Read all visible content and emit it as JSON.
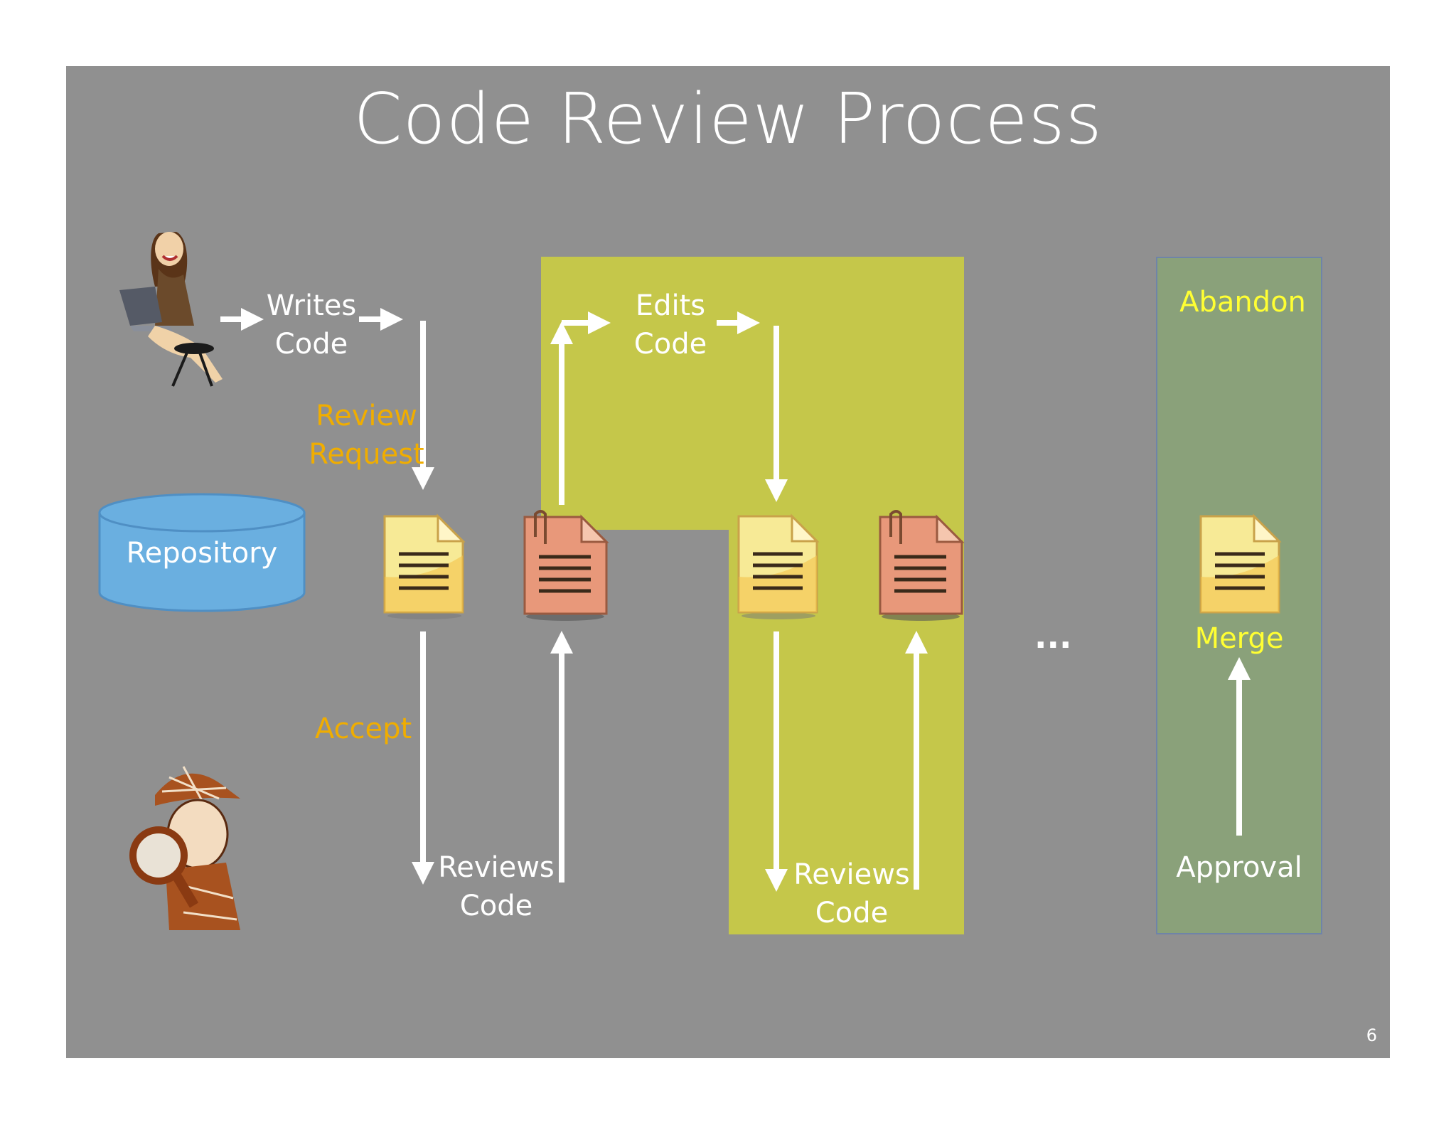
{
  "slide": {
    "title": "Code Review Process",
    "page_number": "6"
  },
  "nodes": {
    "repository": "Repository",
    "ellipsis": "..."
  },
  "labels": {
    "writes_code": "Writes\nCode",
    "review_request": "Review\nRequest",
    "accept": "Accept",
    "reviews_code_1": "Reviews\nCode",
    "edits_code": "Edits\nCode",
    "reviews_code_2": "Reviews\nCode",
    "abandon": "Abandon",
    "merge": "Merge",
    "approval": "Approval"
  },
  "icons": {
    "author": "woman-with-laptop-icon",
    "reviewer": "detective-with-magnifier-icon",
    "document": "yellow-document-icon",
    "annotated_document": "orange-clipped-document-icon"
  },
  "colors": {
    "background": "#909090",
    "highlight_panel": "#c5c74a",
    "final_panel": "#8aa17a",
    "orange_text": "#f0ad00",
    "yellow_text": "#ffff33",
    "repository": "#6aafe0"
  }
}
